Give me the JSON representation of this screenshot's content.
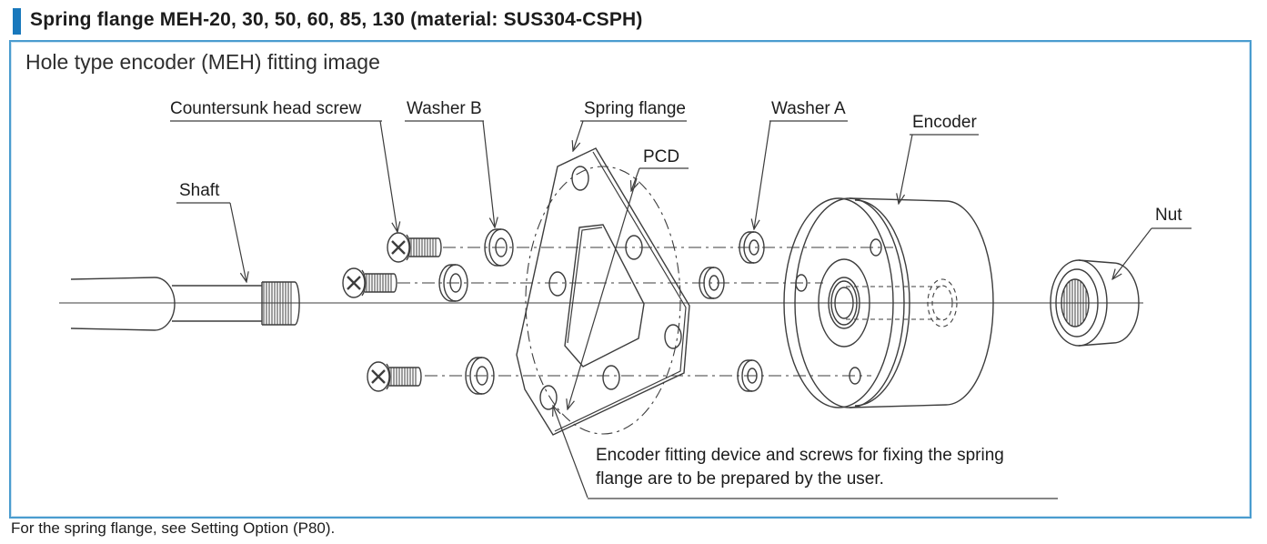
{
  "header": {
    "title": "Spring flange MEH-20, 30, 50, 60, 85, 130 (material: SUS304-CSPH)"
  },
  "panel": {
    "title": "Hole type encoder (MEH) fitting image"
  },
  "labels": {
    "countersunk": "Countersunk head screw",
    "washer_b": "Washer B",
    "spring_flange": "Spring flange",
    "pcd": "PCD",
    "washer_a": "Washer A",
    "encoder": "Encoder",
    "nut": "Nut",
    "shaft": "Shaft"
  },
  "note": {
    "line1": "Encoder fitting device and screws for fixing the spring",
    "line2": "flange are to be prepared by the user."
  },
  "footer": {
    "text": "For the spring flange, see Setting Option (P80)."
  },
  "colors": {
    "accent_blue": "#1878bc",
    "panel_border": "#4a9ccf",
    "drawing_line": "#3d3d3d",
    "text": "#1c1c1c"
  }
}
